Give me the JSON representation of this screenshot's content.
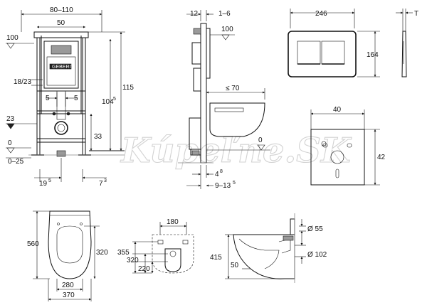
{
  "watermark": "Kúpeľne.SK",
  "frame_front": {
    "width_range": "80–110",
    "inner_width": "50",
    "level_top": "100",
    "drain_offset": "18/23",
    "left_offset": "5",
    "right_offset": "5",
    "level_pipe": "23",
    "level_floor": "0",
    "floor_range": "0–25",
    "height_total": "115",
    "height_inner_main": "104",
    "height_inner_sup": "5",
    "bowl_height": "33",
    "bottom_left_main": "19",
    "bottom_left_sup": "5",
    "bottom_right_main": "7",
    "bottom_right_sup": "3"
  },
  "frame_side": {
    "top_a": "12",
    "top_b": "1–6",
    "level_top": "100",
    "bowl_projection": "≤ 70",
    "level_floor": "0",
    "bottom_a_main": "4",
    "bottom_a_sup": "8",
    "bottom_b_main": "9–13",
    "bottom_b_sup": "5"
  },
  "flush_plate": {
    "width": "246",
    "height": "164",
    "thickness": "T"
  },
  "sound_pad": {
    "width": "40",
    "height": "42"
  },
  "bowl_top": {
    "length": "560",
    "inner": "320",
    "width_inner": "280",
    "width": "370"
  },
  "bowl_back": {
    "holes": "180",
    "h1": "355",
    "h2": "320",
    "h3": "220"
  },
  "bowl_side": {
    "height": "415",
    "offset": "50",
    "d1": "Ø 55",
    "d2": "Ø 102"
  }
}
